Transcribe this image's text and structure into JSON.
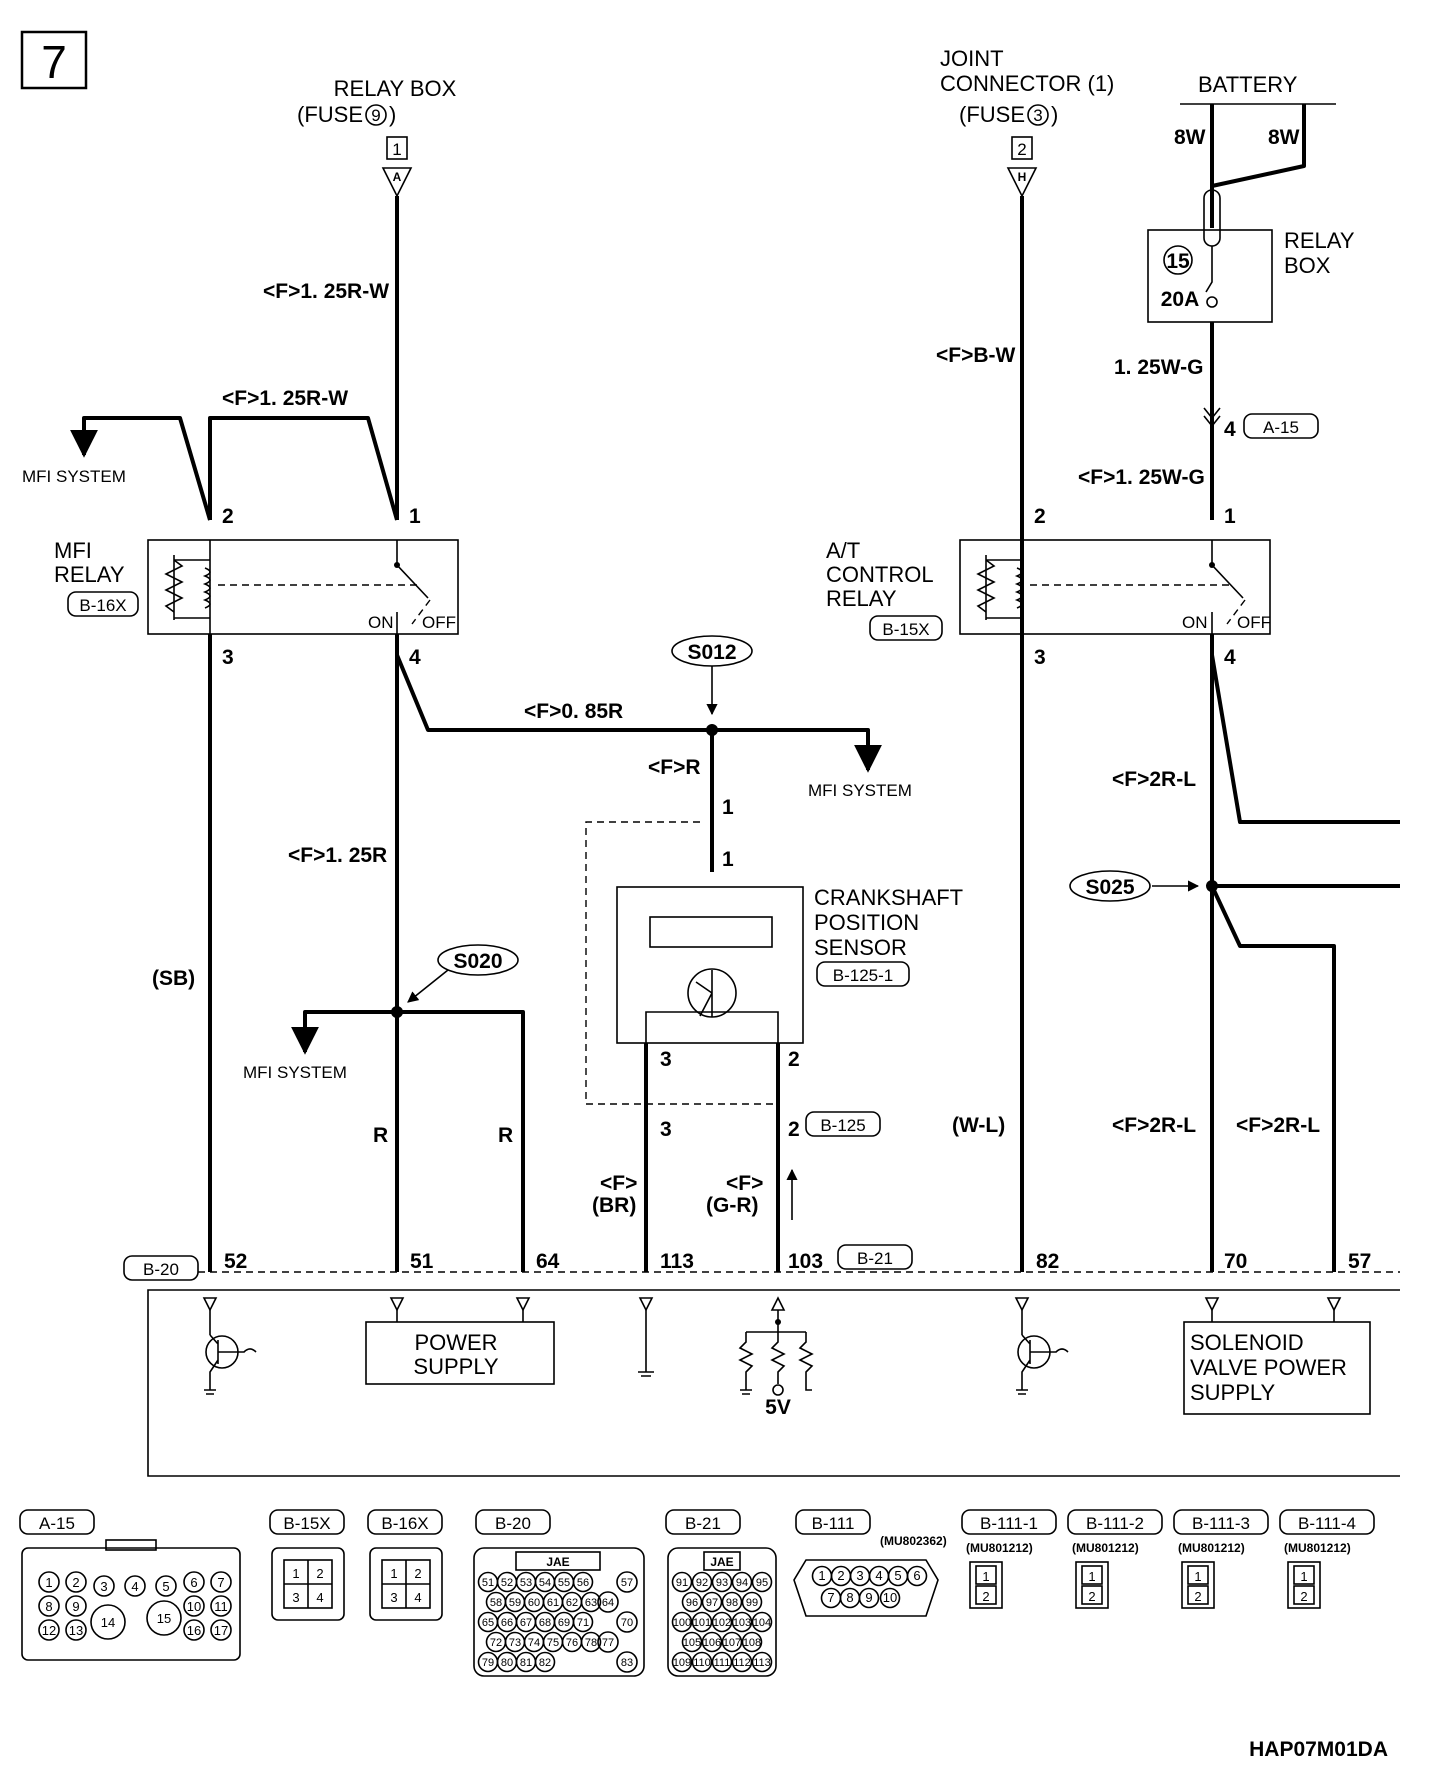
{
  "page_number": "7",
  "footer_code": "HAP07M01DA",
  "labels": {
    "relay_box_fuse": [
      "RELAY BOX",
      "(FUSE",
      "9",
      ")"
    ],
    "relay_box_ref": "1",
    "relay_box_conn": "A",
    "joint_connector": [
      "JOINT",
      "CONNECTOR (1)",
      "(FUSE",
      "3",
      ")"
    ],
    "joint_ref": "2",
    "joint_conn": "H",
    "battery": "BATTERY",
    "battery_w1": "8W",
    "battery_w2": "8W",
    "relay_box2": [
      "RELAY",
      "BOX"
    ],
    "fuse_num": "15",
    "fuse_amp": "20A",
    "wire_125w_g": "1. 25W-G",
    "a15_pin": "4",
    "a15_conn": "A-15",
    "wire_f125w_g": "<F>1. 25W-G",
    "wire_f125r_w_a": "<F>1. 25R-W",
    "wire_f125r_w_b": "<F>1. 25R-W",
    "wire_fb_w": "<F>B-W",
    "mfi_system": "MFI SYSTEM",
    "mfi_relay": [
      "MFI",
      "RELAY"
    ],
    "mfi_relay_conn": "B-16X",
    "at_relay": [
      "A/T",
      "CONTROL",
      "RELAY"
    ],
    "at_relay_conn": "B-15X",
    "on": "ON",
    "off": "OFF",
    "wire_f085r": "<F>0. 85R",
    "wire_fr": "<F>R",
    "splice_s012": "S012",
    "splice_s020": "S020",
    "splice_s025": "S025",
    "wire_f125r": "<F>1. 25R",
    "wire_f2r_l": "<F>2R-L",
    "wire_sb": "(SB)",
    "wire_r": "R",
    "wire_w_l": "(W-L)",
    "crank_sensor": [
      "CRANKSHAFT",
      "POSITION",
      "SENSOR"
    ],
    "crank_conn": "B-125-1",
    "b125": "B-125",
    "wire_f": "<F>",
    "wire_br": "(BR)",
    "wire_g_r": "(G-R)",
    "b20": "B-20",
    "b21": "B-21",
    "power_supply": [
      "POWER",
      "SUPPLY"
    ],
    "solenoid": [
      "SOLENOID",
      "VALVE POWER",
      "SUPPLY"
    ],
    "five_v": "5V",
    "pin_nums": {
      "p1": "1",
      "p2": "2",
      "p3": "3",
      "p4": "4",
      "p52": "52",
      "p51": "51",
      "p64": "64",
      "p113": "113",
      "p103": "103",
      "p82": "82",
      "p70": "70",
      "p57": "57"
    }
  },
  "connectors": [
    {
      "name": "A-15",
      "pins": [
        "1",
        "2",
        "3",
        "4",
        "5",
        "6",
        "7",
        "8",
        "9",
        "14",
        "15",
        "10",
        "11",
        "12",
        "13",
        "16",
        "17"
      ]
    },
    {
      "name": "B-15X",
      "pins": [
        "1",
        "2",
        "3",
        "4"
      ]
    },
    {
      "name": "B-16X",
      "pins": [
        "1",
        "2",
        "3",
        "4"
      ]
    },
    {
      "name": "B-20",
      "maker": "JAE",
      "pins": [
        "51",
        "52",
        "53",
        "54",
        "55",
        "56",
        "57",
        "58",
        "59",
        "60",
        "61",
        "62",
        "63",
        "64",
        "65",
        "66",
        "67",
        "68",
        "69",
        "70",
        "71",
        "72",
        "73",
        "74",
        "75",
        "76",
        "77",
        "78",
        "79",
        "80",
        "81",
        "82",
        "83"
      ]
    },
    {
      "name": "B-21",
      "maker": "JAE",
      "pins": [
        "91",
        "92",
        "93",
        "94",
        "95",
        "96",
        "97",
        "98",
        "99",
        "100",
        "101",
        "102",
        "103",
        "104",
        "105",
        "106",
        "107",
        "108",
        "109",
        "110",
        "111",
        "112",
        "113"
      ]
    },
    {
      "name": "B-111",
      "part": "(MU802362)",
      "pins": [
        "1",
        "2",
        "3",
        "4",
        "5",
        "6",
        "7",
        "8",
        "9",
        "10"
      ]
    },
    {
      "name": "B-111-1",
      "part": "(MU801212)",
      "pins": [
        "1",
        "2"
      ]
    },
    {
      "name": "B-111-2",
      "part": "(MU801212)",
      "pins": [
        "1",
        "2"
      ]
    },
    {
      "name": "B-111-3",
      "part": "(MU801212)",
      "pins": [
        "1",
        "2"
      ]
    },
    {
      "name": "B-111-4",
      "part": "(MU801212)",
      "pins": [
        "1",
        "2"
      ]
    }
  ]
}
